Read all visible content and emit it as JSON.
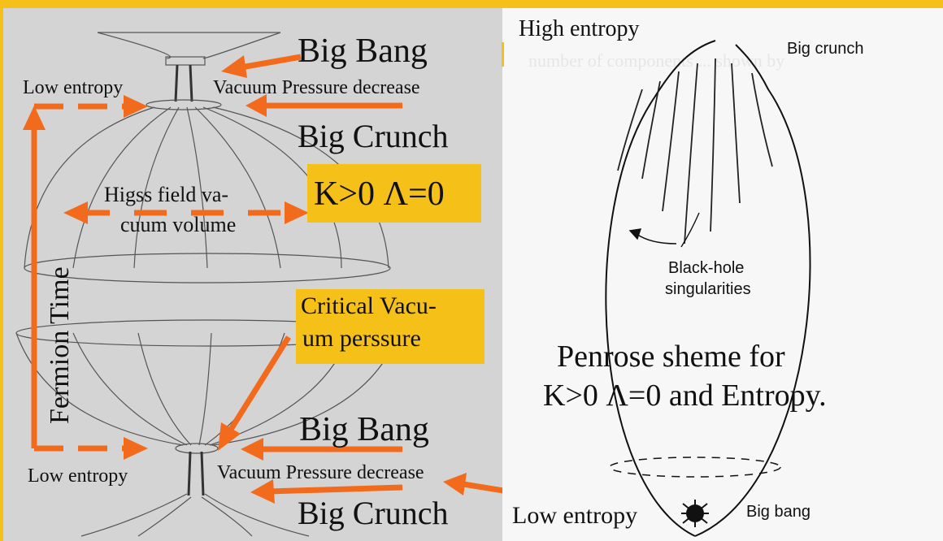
{
  "left": {
    "big_bang_top": "Big Bang",
    "low_entropy_top": "Low entropy",
    "vacuum_pressure_top": "Vacuum Pressure decrease",
    "big_crunch_top": "Big Crunch",
    "condition": "K>0 Λ=0",
    "higgs_line1": "Higss field va-",
    "higgs_line2": "cuum volume",
    "fermion_time": "Fermion Time",
    "critical_line1": "Critical Vacu-",
    "critical_line2": "um perssure",
    "big_bang_bottom": "Big Bang",
    "low_entropy_bottom": "Low entropy",
    "vacuum_pressure_bottom": "Vacuum Pressure decrease",
    "big_crunch_bottom": "Big Crunch"
  },
  "right": {
    "high_entropy": "High entropy",
    "big_crunch": "Big crunch",
    "black_hole_line1": "Black-hole",
    "black_hole_line2": "singularities",
    "penrose_line1": "Penrose sheme for",
    "penrose_line2": "K>0 Λ=0 and Entropy.",
    "low_entropy": "Low entropy",
    "big_bang": "Big bang"
  },
  "colors": {
    "accent_orange": "#F26B1D",
    "highlight_yellow": "#F5C018"
  }
}
